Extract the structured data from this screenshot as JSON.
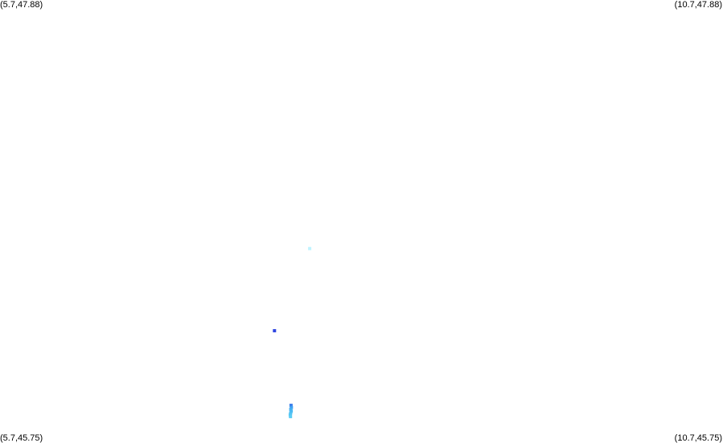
{
  "map": {
    "corners": {
      "top_left": "(5.7,47.88)",
      "top_right": "(10.7,47.88)",
      "bottom_left": "(5.7,45.75)",
      "bottom_right": "(10.7,45.75)"
    },
    "bounds": {
      "lon_min": 5.7,
      "lon_max": 10.7,
      "lat_min": 45.75,
      "lat_max": 47.88
    },
    "points": [
      {
        "lon": 7.842,
        "lat": 46.685,
        "color": "#bff3ff"
      },
      {
        "lon": 7.598,
        "lat": 46.29,
        "color": "#2e45e0"
      },
      {
        "lon": 7.713,
        "lat": 45.931,
        "color": "#3a7bea"
      },
      {
        "lon": 7.715,
        "lat": 45.921,
        "color": "#3fa0f0"
      },
      {
        "lon": 7.711,
        "lat": 45.912,
        "color": "#45aef2"
      },
      {
        "lon": 7.714,
        "lat": 45.903,
        "color": "#4ab8f3"
      },
      {
        "lon": 7.71,
        "lat": 45.894,
        "color": "#4fc0f3"
      },
      {
        "lon": 7.707,
        "lat": 45.885,
        "color": "#55c6f4"
      },
      {
        "lon": 7.709,
        "lat": 45.877,
        "color": "#5ccdf5"
      }
    ]
  }
}
